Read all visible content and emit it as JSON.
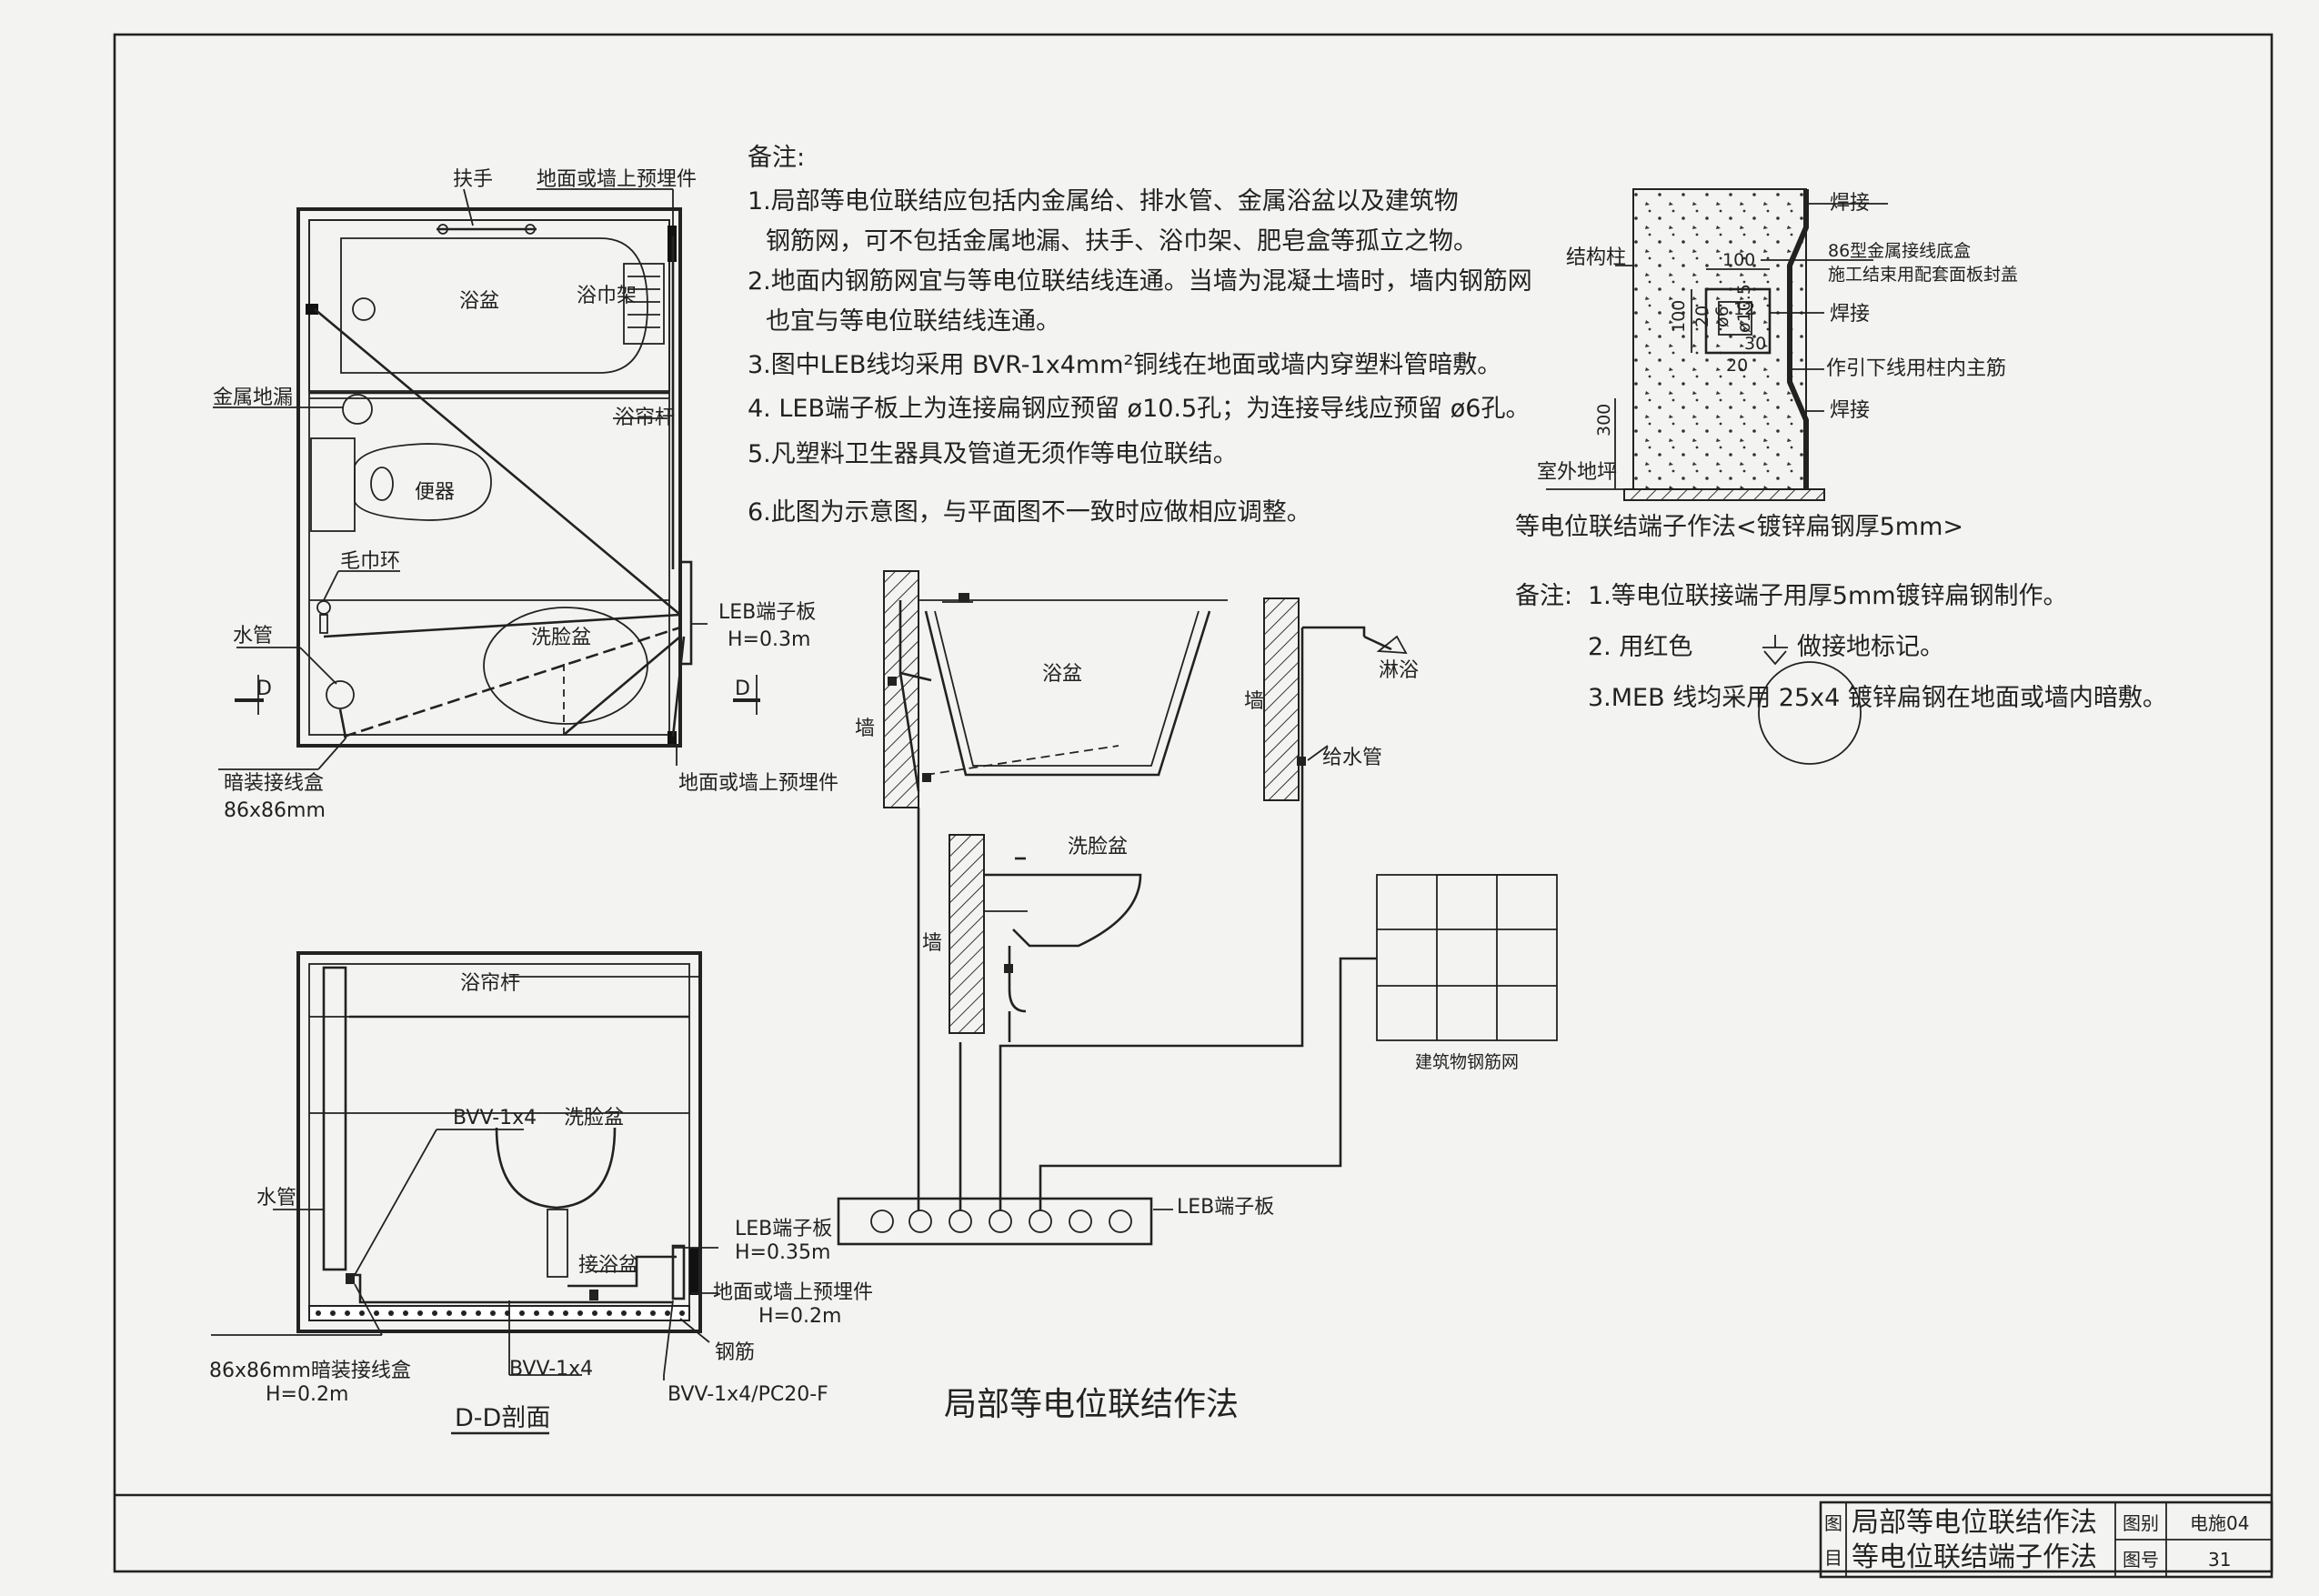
{
  "plan_labels": {
    "handrail": "扶手",
    "embedded_top": "地面或墙上预埋件",
    "bathtub": "浴盆",
    "towel_rack": "浴巾架",
    "floor_drain": "金属地漏",
    "curtain_rod": "浴帘杆",
    "toilet": "便器",
    "towel_ring": "毛巾环",
    "water_pipe": "水管",
    "washbasin": "洗脸盆",
    "leb_board": "LEB端子板",
    "leb_height": "H=0.3m",
    "section_mark_left": "D",
    "section_mark_right": "D",
    "junction_box": "暗装接线盒",
    "junction_size": "86x86mm",
    "embedded_bottom": "地面或墙上预埋件"
  },
  "notes": {
    "heading": "备注:",
    "items": [
      "1.局部等电位联结应包括内金属给、排水管、金属浴盆以及建筑物",
      "钢筋网，可不包括金属地漏、扶手、浴巾架、肥皂盒等孤立之物。",
      "2.地面内钢筋网宜与等电位联结线连通。当墙为混凝土墙时，墙内钢筋网",
      "也宜与等电位联结线连通。",
      "3.图中LEB线均采用 BVR-1x4mm²铜线在地面或墙内穿塑料管暗敷。",
      "4. LEB端子板上为连接扁钢应预留 ø10.5孔；为连接导线应预留 ø6孔。",
      "5.凡塑料卫生器具及管道无须作等电位联结。",
      "6.此图为示意图，与平面图不一致时应做相应调整。"
    ]
  },
  "terminal_detail": {
    "weld1": "焊接",
    "column": "结构柱",
    "box_title": "86型金属接线底盒",
    "box_note": "施工结束用配套面板封盖",
    "dim_100_top": "100",
    "dim_100_side": "100",
    "dim_20_a": "20",
    "dim_20_b": "20",
    "dim_30": "30",
    "dim_12": "12",
    "dim_6": "ø6",
    "dim_105": "ø10.5",
    "weld2": "焊接",
    "lead": "作引下线用柱内主筋",
    "weld3": "焊接",
    "dim_300": "300",
    "ground": "室外地坪",
    "caption": "等电位联结端子作法<镀锌扁钢厚5mm>"
  },
  "terminal_notes": {
    "heading": "备注:",
    "items": [
      "1.等电位联接端子用厚5mm镀锌扁钢制作。",
      "2. 用红色",
      "做接地标记。",
      "3.MEB   线均采用 25x4 镀锌扁钢在地面或墙内暗敷。"
    ]
  },
  "elevation_labels": {
    "bathtub": "浴盆",
    "wall1": "墙",
    "wall2": "墙",
    "shower": "淋浴",
    "water_supply": "给水管",
    "washbasin": "洗脸盆",
    "wall3": "墙",
    "rebar_mesh": "建筑物钢筋网",
    "leb_board": "LEB端子板"
  },
  "section_labels": {
    "curtain_rod": "浴帘杆",
    "wire1": "BVV-1x4",
    "washbasin": "洗脸盆",
    "water_pipe": "水管",
    "leb_board": "LEB端子板",
    "leb_height": "H=0.35m",
    "tub_connect": "接浴盆",
    "embedded": "地面或墙上预埋件",
    "embedded_height": "H=0.2m",
    "rebar": "钢筋",
    "junction": "86x86mm暗装接线盒",
    "junction_height": "H=0.2m",
    "wire2": "BVV-1x4",
    "wire3": "BVV-1x4/PC20-F",
    "title": "D-D剖面"
  },
  "main_title": "局部等电位联结作法",
  "title_block": {
    "col_label_1": "图",
    "col_label_2": "目",
    "name_line1": "局部等电位联结作法",
    "name_line2": "等电位联结端子作法",
    "atlas_label": "图别",
    "atlas_value": "电施04",
    "number_label": "图号",
    "number_value": "31"
  }
}
